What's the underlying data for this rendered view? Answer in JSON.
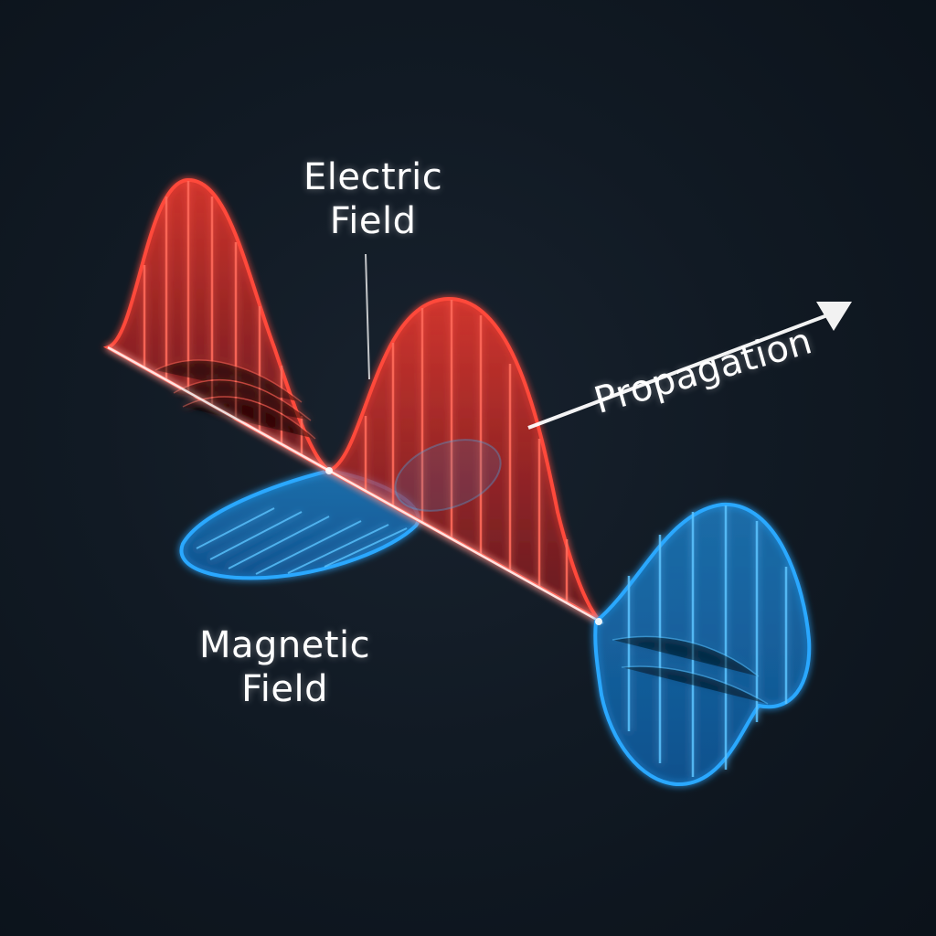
{
  "labels": {
    "electric_line1": "Electric",
    "electric_line2": "Field",
    "magnetic_line1": "Magnetic",
    "magnetic_line2": "Field",
    "propagation": "Propagation"
  },
  "colors": {
    "background": "#0f1620",
    "electric_wave": "#ff4a3a",
    "magnetic_wave": "#2aa8ff",
    "axis": "#ffffff",
    "arrow": "#ffffff"
  }
}
